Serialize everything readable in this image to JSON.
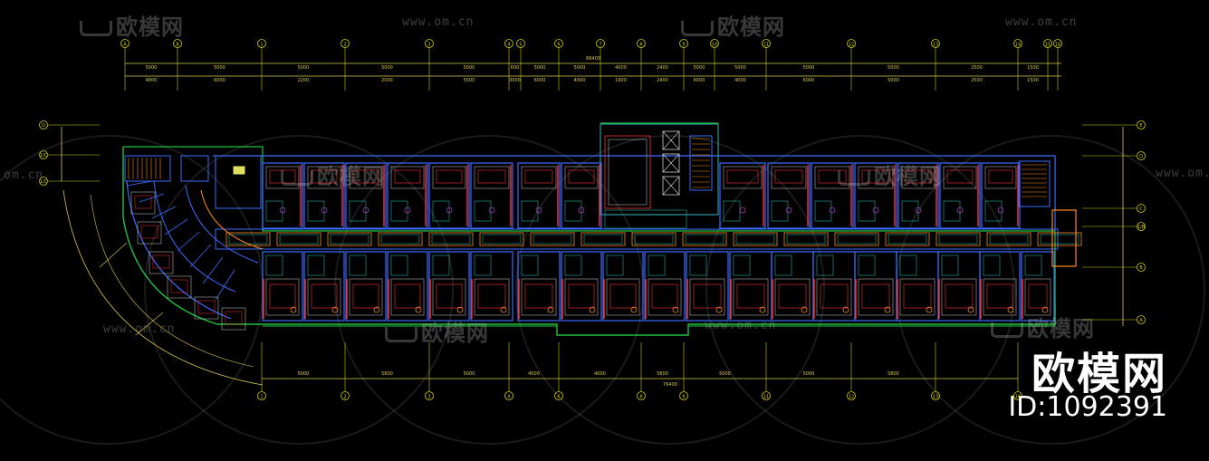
{
  "watermark": {
    "brand_text": "欧模网",
    "url_text": "www.om.cn",
    "url_text_short": "om.cn",
    "id_text": "ID:1092391"
  },
  "axes_top": {
    "labels": [
      "A",
      "B",
      "1",
      "2",
      "3",
      "4",
      "5",
      "6",
      "7",
      "8",
      "9",
      "10",
      "11",
      "12",
      "13",
      "14",
      "15",
      "16"
    ]
  },
  "axes_bottom": {
    "labels": [
      "1",
      "2",
      "3",
      "4",
      "6",
      "8",
      "9",
      "11",
      "12",
      "13",
      "16"
    ]
  },
  "axes_left": {
    "labels": [
      "D",
      "1/C",
      "1/C"
    ]
  },
  "axes_right": {
    "labels": [
      "E",
      "D",
      "C",
      "1/B",
      "B",
      "A"
    ]
  },
  "dim_top_row1": [
    "5000",
    "5000",
    "5000",
    "5000",
    "5000",
    "600",
    "5000",
    "5000",
    "4000",
    "2400",
    "5000",
    "5000",
    "5000",
    "5000",
    "2500",
    "1500"
  ],
  "dim_top_row2": [
    "4800",
    "6000",
    "2200",
    "2000",
    "5500",
    "3000",
    "6000",
    "4000",
    "1900",
    "2400",
    "6000",
    "4000",
    "6000",
    "5000",
    "2500",
    "1500"
  ],
  "dim_top_total": "86400",
  "dim_bottom": [
    "5000",
    "5800",
    "5000",
    "4000",
    "4000",
    "5800",
    "5000",
    "5000",
    "5800"
  ],
  "dim_bottom_total": "76400",
  "colors": {
    "axis": "#d0d000",
    "dim": "#d8c850",
    "wall": "#3a6cff",
    "room": "#ff3030",
    "furniture": "#d0d0d0",
    "green": "#20c040",
    "orange": "#ff8a1a",
    "cyan": "#20d0d0",
    "magenta": "#e040e0",
    "label": "#f5f5f5"
  }
}
